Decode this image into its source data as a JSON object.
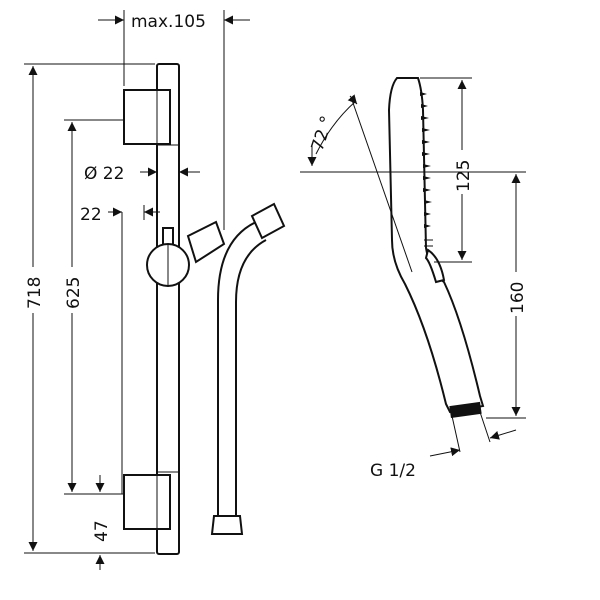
{
  "dimensions": {
    "max_clearance": "max.105",
    "total_height": "718",
    "bar_height": "625",
    "bar_diameter": "Ø 22",
    "bar_offset": "22",
    "bottom_offset": "47",
    "spray_face": "125",
    "holder_distance": "160",
    "tilt_angle": "72 °",
    "thread": "G 1/2"
  }
}
